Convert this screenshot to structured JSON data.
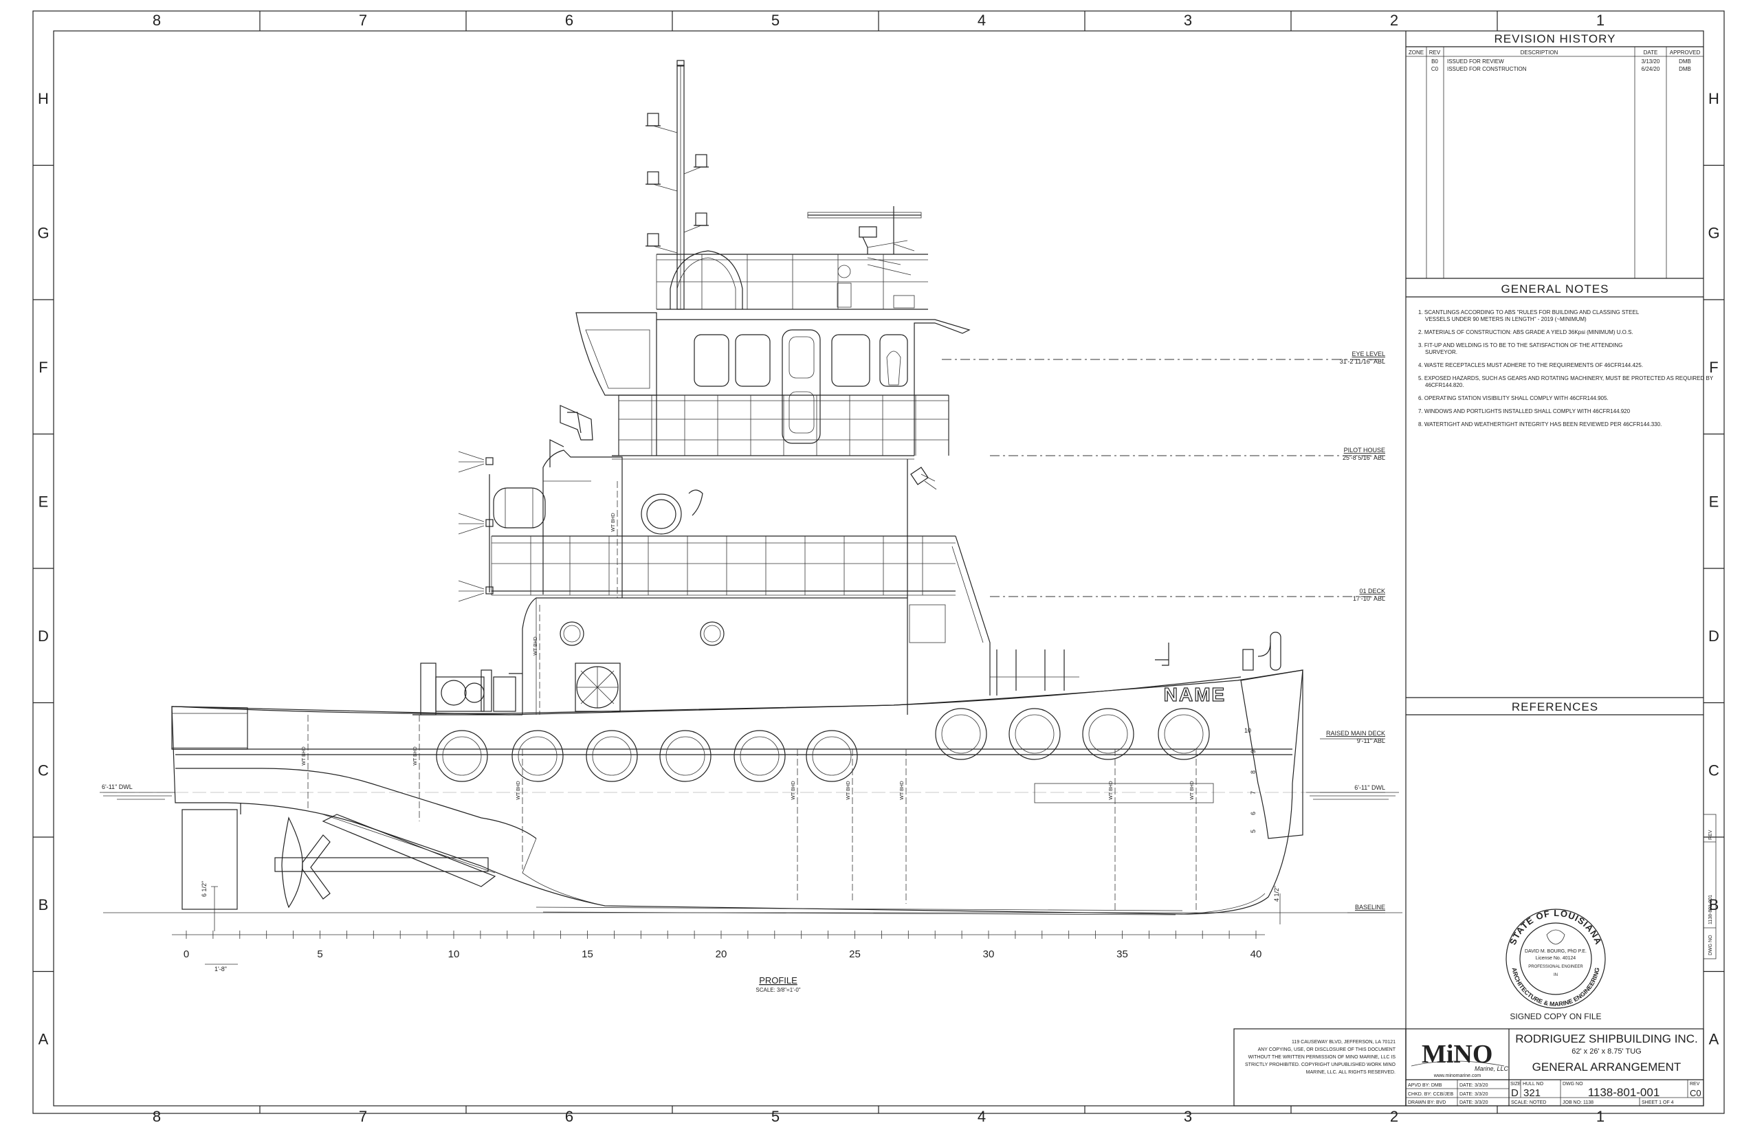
{
  "border": {
    "columns": [
      "8",
      "7",
      "6",
      "5",
      "4",
      "3",
      "2",
      "1"
    ],
    "rows": [
      "H",
      "G",
      "F",
      "E",
      "D",
      "C",
      "B",
      "A"
    ]
  },
  "revision_history": {
    "title": "REVISION HISTORY",
    "headers": [
      "ZONE",
      "REV",
      "DESCRIPTION",
      "DATE",
      "APPROVED"
    ],
    "rows": [
      {
        "zone": "",
        "rev": "B0",
        "description": "ISSUED FOR REVIEW",
        "date": "3/13/20",
        "approved": "DMB"
      },
      {
        "zone": "",
        "rev": "C0",
        "description": "ISSUED FOR CONSTRUCTION",
        "date": "6/24/20",
        "approved": "DMB"
      }
    ]
  },
  "general_notes": {
    "title": "GENERAL NOTES",
    "items": [
      [
        "1. SCANTLINGS ACCORDING TO ABS \"RULES FOR BUILDING AND CLASSING STEEL",
        "VESSELS UNDER 90 METERS IN LENGTH\" - 2019 (~MINIMUM)"
      ],
      [
        "2. MATERIALS OF CONSTRUCTION: ABS GRADE A YIELD 36Kpsi (MINIMUM) U.O.S."
      ],
      [
        "3. FIT-UP AND WELDING IS TO BE TO THE SATISFACTION OF THE ATTENDING",
        "SURVEYOR."
      ],
      [
        "4. WASTE RECEPTACLES MUST ADHERE TO THE REQUIREMENTS OF 46CFR144.425."
      ],
      [
        "5. EXPOSED HAZARDS, SUCH AS GEARS AND ROTATING MACHINERY, MUST BE PROTECTED AS REQUIRED BY",
        "46CFR144.820."
      ],
      [
        "6. OPERATING STATION VISIBILITY SHALL COMPLY WITH 46CFR144.905."
      ],
      [
        "7. WINDOWS AND PORTLIGHTS INSTALLED SHALL COMPLY WITH 46CFR144.920"
      ],
      [
        "8. WATERTIGHT AND WEATHERTIGHT INTEGRITY HAS BEEN REVIEWED PER 46CFR144.330."
      ]
    ]
  },
  "references": {
    "title": "REFERENCES"
  },
  "seal": {
    "ring_text": "STATE OF LOUISIANA",
    "name": "DAVID M. BOURG, PhD P.E.",
    "license": "License No. 40124",
    "title": "PROFESSIONAL ENGINEER",
    "field": "IN",
    "bottom_text": "ARCHITECTURE & MARINE ENGINEERING",
    "signed": "SIGNED COPY ON FILE"
  },
  "side_tab": {
    "dwg": "DWG NO",
    "number": "1138-801-001",
    "rev": "REV"
  },
  "drawing": {
    "vessel_name": "NAME",
    "elevations": [
      {
        "label": "EYE LEVEL",
        "value": "31'-2 11/16\" ABL"
      },
      {
        "label": "PILOT HOUSE",
        "value": "25'-8 5/16\" ABL"
      },
      {
        "label": "01 DECK",
        "value": "17'-10\" ABL"
      },
      {
        "label": "RAISED MAIN DECK",
        "value": "9'-11\" ABL"
      },
      {
        "label": "6'-11\" DWL",
        "value": ""
      },
      {
        "label": "BASELINE",
        "value": ""
      }
    ],
    "dwl_left": "6'-11\" DWL",
    "bhd_label": "WT BHD",
    "draft_marks": [
      "10",
      "9",
      "8",
      "7",
      "6",
      "5"
    ],
    "dim_6half": "6 1/2\"",
    "dim_4half": "4 1/2\"",
    "dim_frame": "1'-8\"",
    "frame_ticks": [
      "0",
      "5",
      "10",
      "15",
      "20",
      "25",
      "30",
      "35",
      "40"
    ],
    "title": "PROFILE",
    "scale": "SCALE: 3/8\"=1'-0\""
  },
  "disclaimer": [
    "119 CAUSEWAY BLVD, JEFFERSON, LA 70121",
    "ANY COPYING, USE, OR DISCLOSURE OF THIS DOCUMENT",
    "WITHOUT THE WRITTEN PERMISSION OF MINO MARINE, LLC IS",
    "STRICTLY PROHIBITED. COPYRIGHT UNPUBLISHED WORK MINO",
    "MARINE, LLC. ALL RIGHTS RESERVED."
  ],
  "title_block": {
    "logo": "MiNO",
    "logo_sub": "Marine, LLC",
    "website": "www.minomarine.com",
    "client": "RODRIGUEZ SHIPBUILDING INC.",
    "vessel": "62' x 26' x 8.75' TUG",
    "sheet_title": "GENERAL ARRANGEMENT",
    "apvd": "APVD BY: DMB",
    "apvd_date": "DATE: 3/3/20",
    "chkd": "CHKD. BY: CCB/JEB",
    "chkd_date": "DATE: 3/3/20",
    "drawn": "DRAWN BY: BVD",
    "drawn_date": "DATE: 3/3/20",
    "size_label": "SIZE",
    "size": "D",
    "hull_label": "HULL NO",
    "hull": "321",
    "dwg_label": "DWG NO",
    "dwg": "1138-801-001",
    "rev_label": "REV",
    "rev": "C0",
    "scale": "SCALE: NOTED",
    "job": "JOB NO: 1138",
    "sheet": "SHEET 1 OF 4"
  }
}
